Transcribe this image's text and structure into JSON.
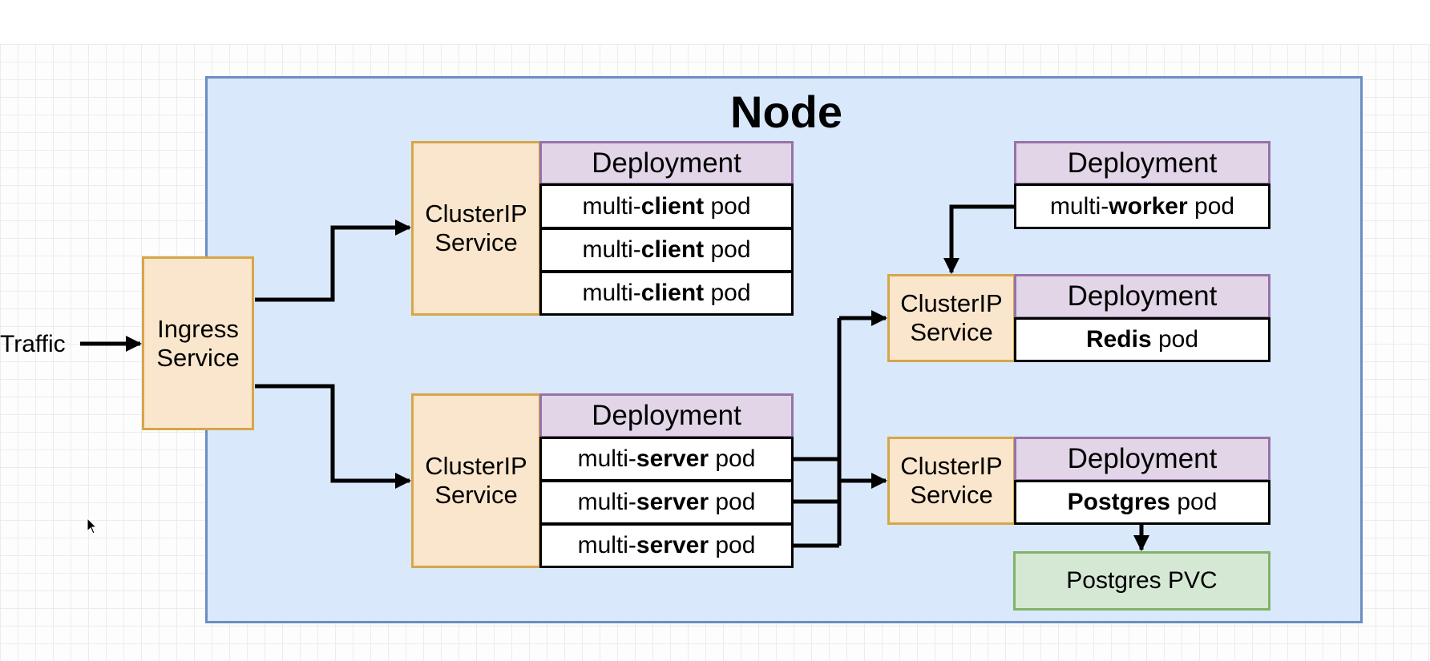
{
  "diagram": {
    "node_title": "Node",
    "traffic_label": "Traffic",
    "ingress": {
      "line1": "Ingress",
      "line2": "Service"
    },
    "client_group": {
      "service": {
        "line1": "ClusterIP",
        "line2": "Service"
      },
      "deployment": "Deployment",
      "pods": [
        {
          "pre": "multi-",
          "bold": "client",
          "post": " pod"
        },
        {
          "pre": "multi-",
          "bold": "client",
          "post": " pod"
        },
        {
          "pre": "multi-",
          "bold": "client",
          "post": " pod"
        }
      ]
    },
    "server_group": {
      "service": {
        "line1": "ClusterIP",
        "line2": "Service"
      },
      "deployment": "Deployment",
      "pods": [
        {
          "pre": "multi-",
          "bold": "server",
          "post": " pod"
        },
        {
          "pre": "multi-",
          "bold": "server",
          "post": " pod"
        },
        {
          "pre": "multi-",
          "bold": "server",
          "post": " pod"
        }
      ]
    },
    "worker_group": {
      "deployment": "Deployment",
      "pod": {
        "pre": "multi-",
        "bold": "worker",
        "post": " pod"
      }
    },
    "redis_group": {
      "service": {
        "line1": "ClusterIP",
        "line2": "Service"
      },
      "deployment": "Deployment",
      "pod": {
        "pre": "",
        "bold": "Redis",
        "post": " pod"
      }
    },
    "postgres_group": {
      "service": {
        "line1": "ClusterIP",
        "line2": "Service"
      },
      "deployment": "Deployment",
      "pod": {
        "pre": "",
        "bold": "Postgres",
        "post": " pod"
      },
      "pvc": "Postgres PVC"
    },
    "colors": {
      "node_fill": "#dae8fc",
      "node_border": "#6c8ebf",
      "service_fill": "#fae6cc",
      "service_border": "#d6a64a",
      "deployment_fill": "#e1d5e7",
      "deployment_border": "#9673a6",
      "pvc_fill": "#d5e8d4",
      "pvc_border": "#82b366"
    }
  }
}
